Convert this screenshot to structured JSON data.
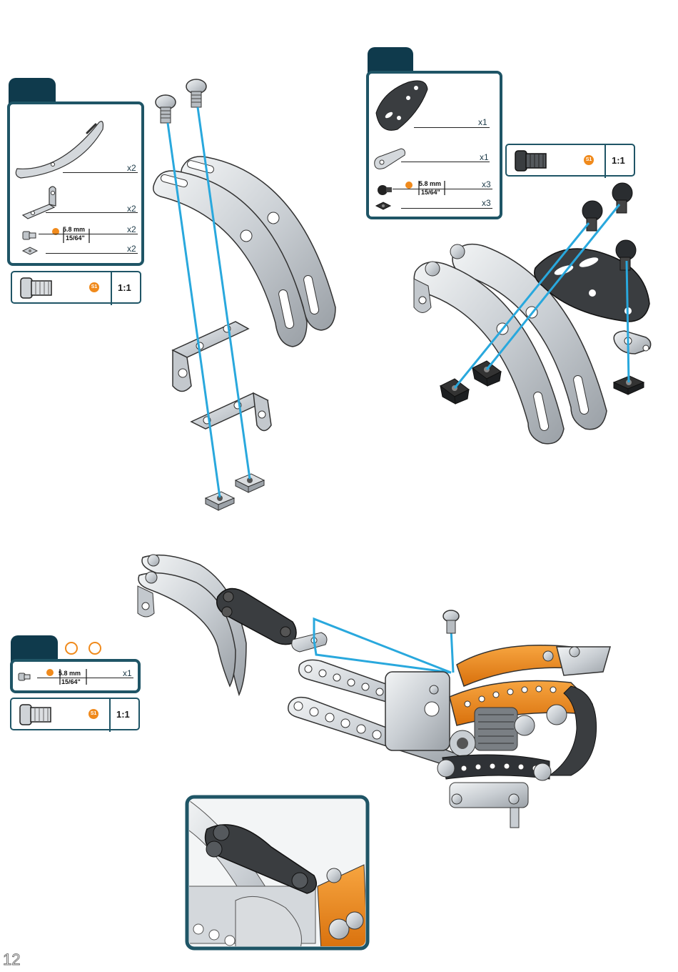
{
  "page_number": "12",
  "step_a": {
    "parts": [
      {
        "icon": "curved-strip-icon",
        "qty": "x2"
      },
      {
        "icon": "angle-bracket-icon",
        "qty": "x2"
      },
      {
        "icon": "screw-icon",
        "qty": "x2",
        "length_mm": "5.8 mm",
        "length_in": "15/64\""
      },
      {
        "icon": "square-nut-icon",
        "qty": "x2"
      }
    ],
    "scale": {
      "badge": "S1",
      "ratio": "1:1"
    }
  },
  "step_b": {
    "parts": [
      {
        "icon": "dark-plate-icon",
        "qty": "x1"
      },
      {
        "icon": "small-bracket-icon",
        "qty": "x1"
      },
      {
        "icon": "black-screw-icon",
        "qty": "x3",
        "length_mm": "5.8 mm",
        "length_in": "15/64\""
      },
      {
        "icon": "black-nut-icon",
        "qty": "x3"
      }
    ],
    "scale": {
      "badge": "S1",
      "ratio": "1:1"
    }
  },
  "step_c": {
    "parts": [
      {
        "icon": "screw-icon",
        "qty": "x1",
        "length_mm": "5.8 mm",
        "length_in": "15/64\""
      }
    ],
    "scale": {
      "badge": "S1",
      "ratio": "1:1"
    }
  },
  "colors": {
    "panel_border": "#1f5566",
    "tab": "#0f3a4c",
    "assembly_line": "#29a8dd",
    "accent_orange": "#f08a1c",
    "metal": "#c9ced3",
    "dark_part": "#3a3d40"
  }
}
